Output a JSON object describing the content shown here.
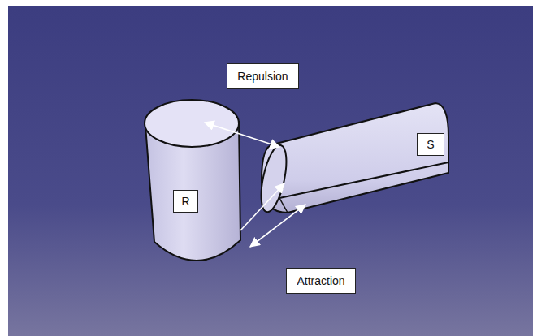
{
  "diagram": {
    "nodes": [
      {
        "text": [
          "Repulsion"
        ]
      },
      {
        "text": [
          "R"
        ]
      },
      {
        "text": [
          "S"
        ]
      },
      {
        "text": [
          "Attraction"
        ]
      }
    ]
  }
}
